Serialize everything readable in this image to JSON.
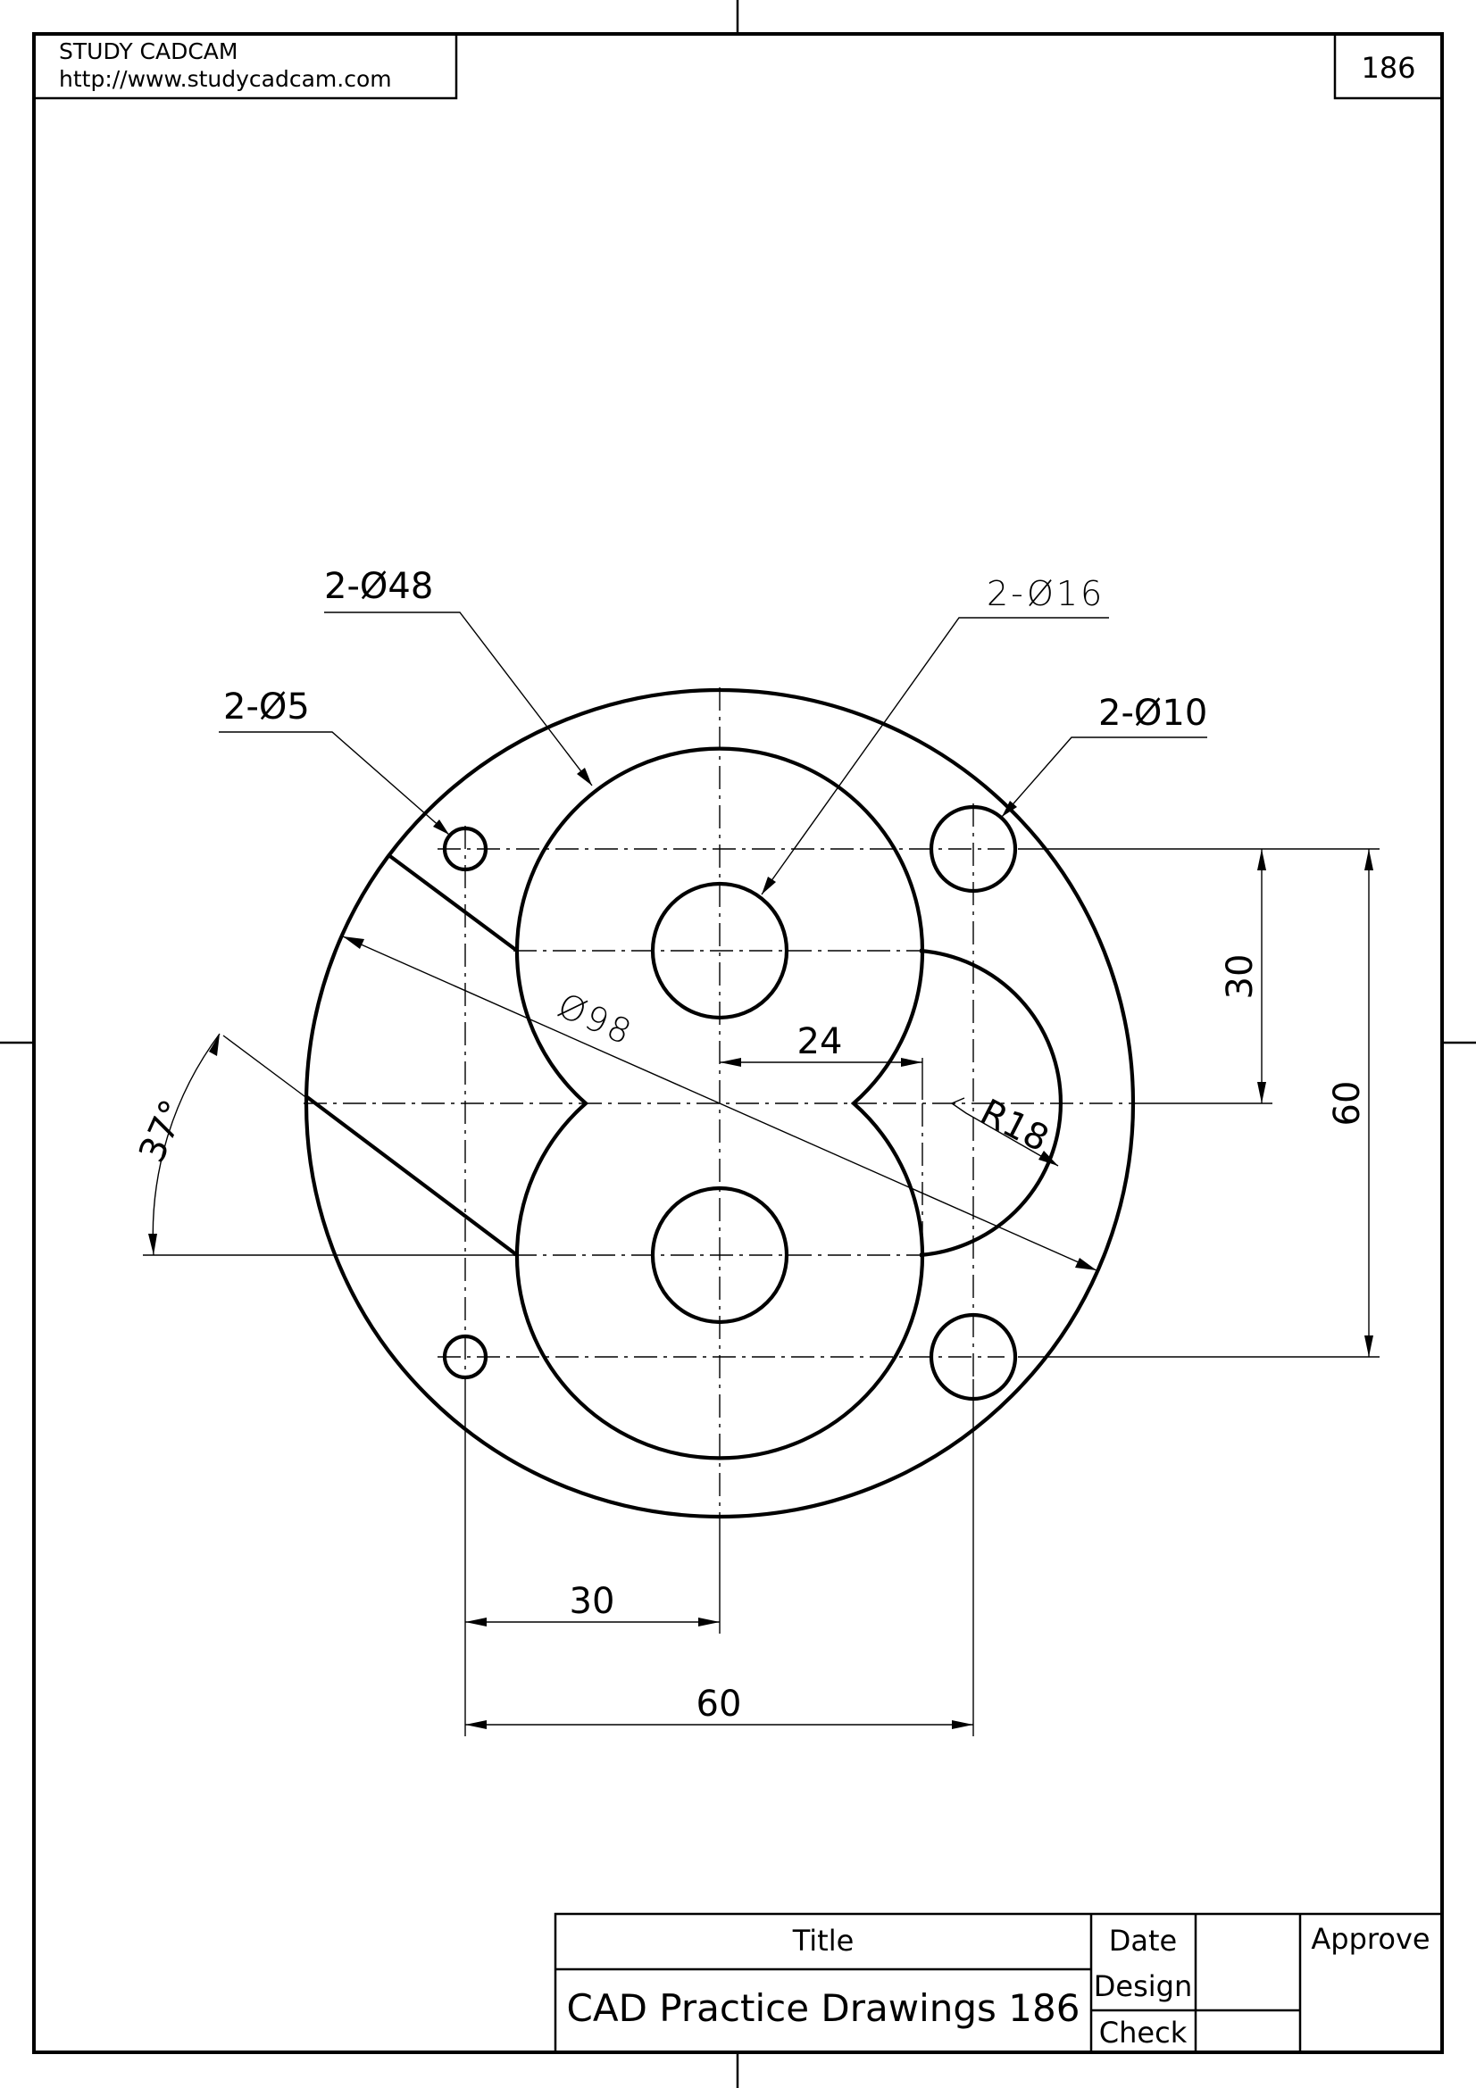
{
  "header": {
    "company": "STUDY CADCAM",
    "url": "http://www.studycadcam.com",
    "sheet_number": "186"
  },
  "dimensions": {
    "outer_leader": "2-Ø48",
    "hole16_leader": "2-Ø16",
    "hole5_leader": "2-Ø5",
    "hole10_leader": "2-Ø10",
    "outer_diameter": "Ø98",
    "offset_24": "24",
    "radius": "R18",
    "vert_30": "30",
    "vert_60": "60",
    "horiz_30": "30",
    "horiz_60": "60",
    "angle": "37°"
  },
  "title_block": {
    "title_label": "Title",
    "date_label": "Date",
    "approve_label": "Approve",
    "drawing_title": "CAD Practice Drawings 186",
    "design_label": "Design",
    "check_label": "Check"
  }
}
